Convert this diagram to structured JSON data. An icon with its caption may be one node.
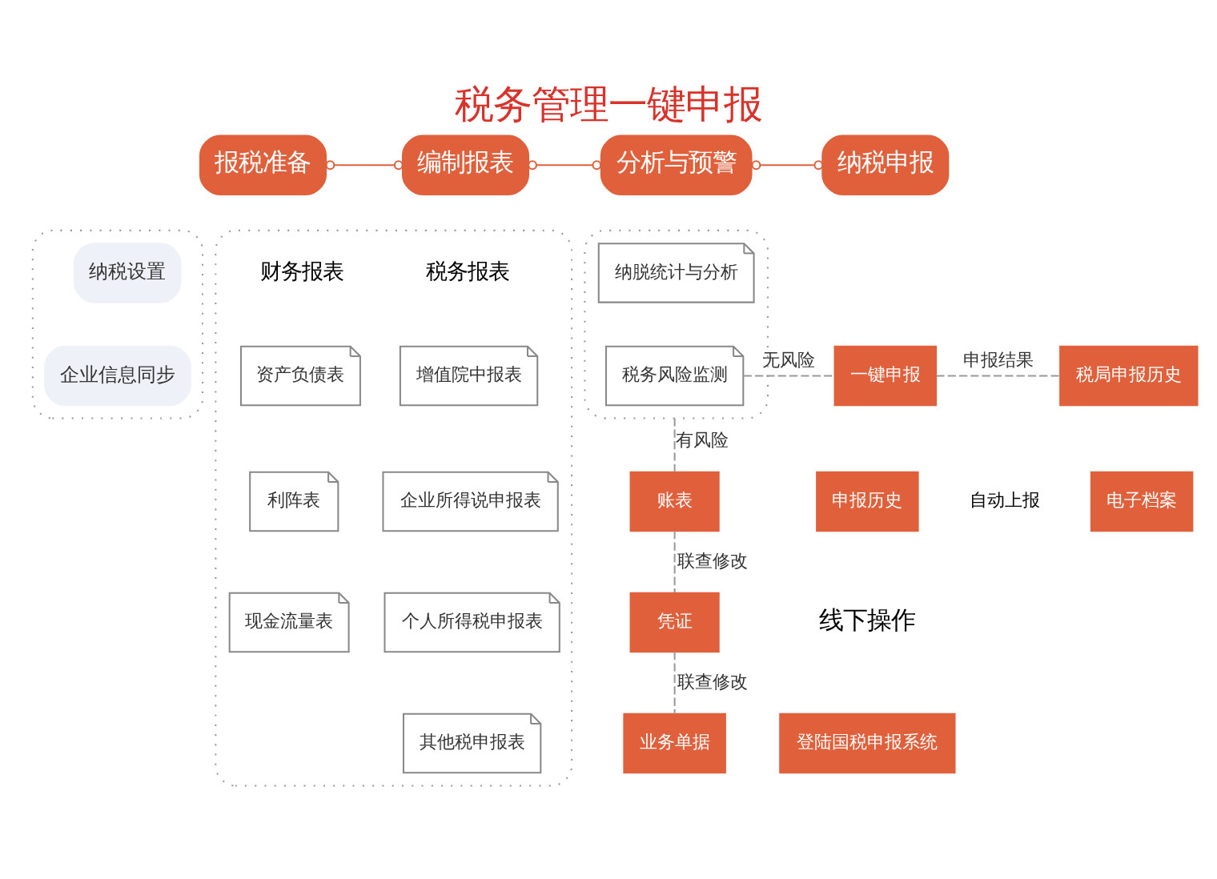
{
  "diagram": {
    "title": "税务管理一键申报",
    "nodes": [
      {
        "text": [
          "报税准备"
        ]
      },
      {
        "text": [
          "编制报表"
        ]
      },
      {
        "text": [
          "分析与预警"
        ]
      },
      {
        "text": [
          "纳税申报"
        ]
      },
      {
        "text": [],
        "shape": "box"
      },
      {
        "text": [
          "纳税设置"
        ],
        "in": 4
      },
      {
        "text": [
          "企业信息同步"
        ],
        "in": 4
      },
      {
        "text": [],
        "shape": "box"
      },
      {
        "text": [
          "资产负债表"
        ],
        "in": 7
      },
      {
        "text": [
          "利阵表"
        ],
        "in": 7
      },
      {
        "text": [
          "现金流量表"
        ],
        "in": 7
      },
      {
        "text": [
          "增值院中报表"
        ],
        "in": 7
      },
      {
        "text": [
          "企业所得说申报表"
        ],
        "in": 7
      },
      {
        "text": [
          "个人所得税申报表"
        ],
        "in": 7
      },
      {
        "text": [
          "其他税申报表"
        ],
        "in": 7
      },
      {
        "text": [],
        "shape": "box"
      },
      {
        "text": [
          "纳脱统计与分析"
        ],
        "in": 15
      },
      {
        "text": [
          "税务风险监测"
        ],
        "in": 15
      },
      {
        "text": [
          "一键申报"
        ]
      },
      {
        "text": [
          "税局申报历史"
        ]
      },
      {
        "text": [
          "申报历史"
        ]
      },
      {
        "text": [
          "电子档案"
        ]
      },
      {
        "text": [
          "账表"
        ]
      },
      {
        "text": [
          "凭证"
        ]
      },
      {
        "text": [
          "业务单据"
        ]
      },
      {
        "text": [
          "登陆国税申报系统"
        ]
      }
    ],
    "edges": [
      {
        "from": 0,
        "to": 1,
        "arrow": "other",
        "color": "#e0603c"
      },
      {
        "from": 1,
        "to": 2,
        "arrow": "other",
        "color": "#e0603c"
      },
      {
        "from": 2,
        "to": 3,
        "arrow": "other",
        "color": "#e0603c"
      },
      {
        "from": 17,
        "to": 18,
        "arrow": "none",
        "style": "dashed",
        "label": "无风险"
      },
      {
        "from": 18,
        "to": 19,
        "arrow": "none",
        "style": "dashed",
        "label": "申报结果"
      },
      {
        "from": 15,
        "to": 22,
        "arrow": "none",
        "style": "dashed",
        "label": "有风险"
      },
      {
        "from": 22,
        "to": 23,
        "arrow": "none",
        "style": "dashed",
        "label": "联查修改"
      },
      {
        "from": 23,
        "to": 24,
        "arrow": "none",
        "style": "dashed",
        "label": "联查修改"
      }
    ],
    "labels": [
      "财务报表",
      "税务报表",
      "自动上报",
      "线下操作"
    ]
  }
}
